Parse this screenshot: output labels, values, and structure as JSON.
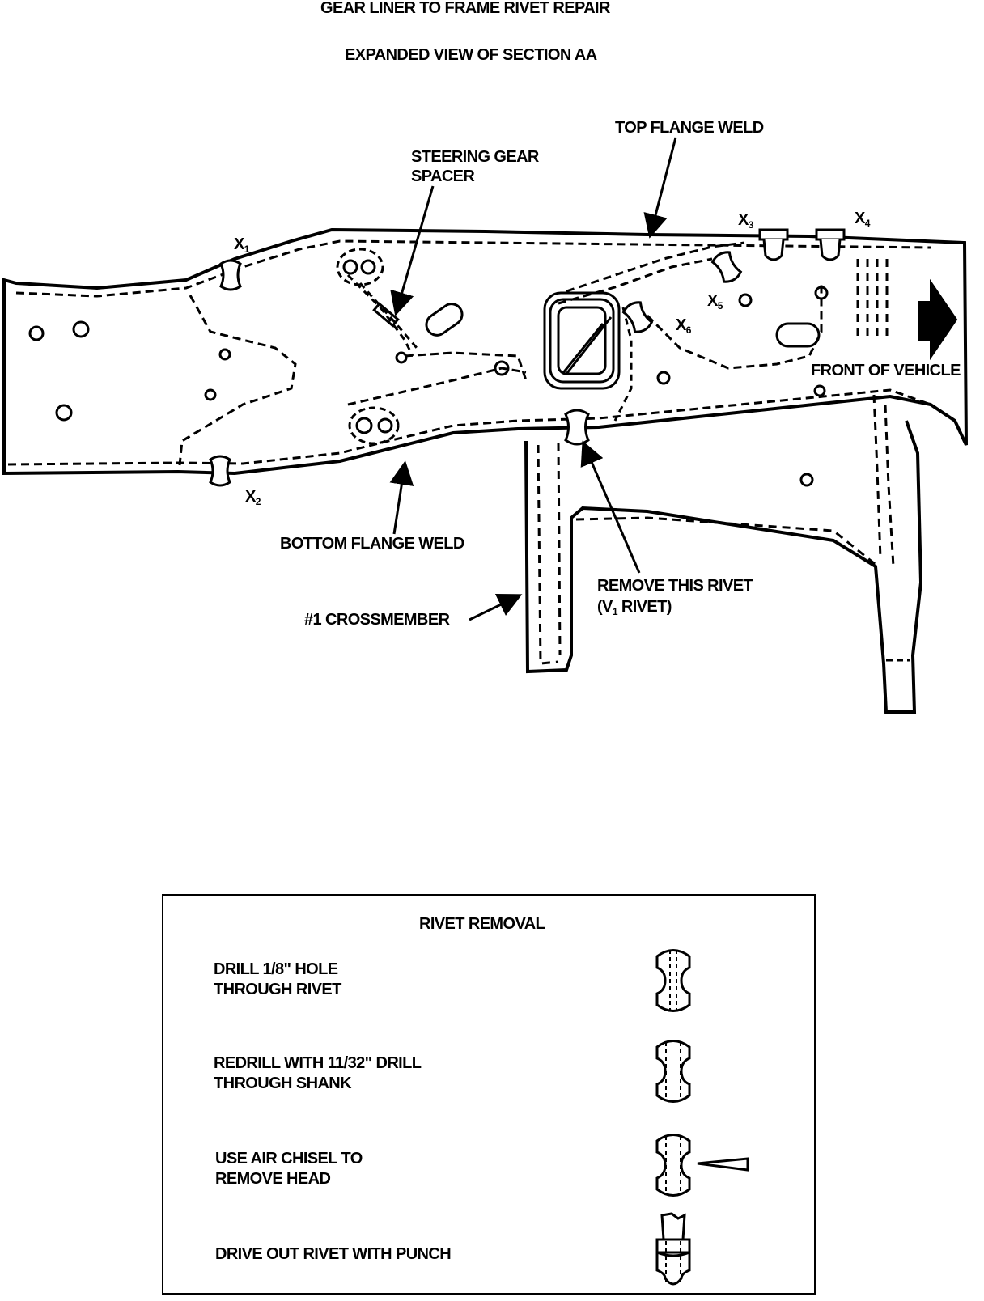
{
  "title": "GEAR LINER TO FRAME RIVET REPAIR",
  "subtitle": "EXPANDED VIEW OF SECTION AA",
  "labels": {
    "top_flange_weld": "TOP FLANGE WELD",
    "steering_gear_spacer": "STEERING GEAR\nSPACER",
    "front_of_vehicle": "FRONT OF VEHICLE",
    "bottom_flange_weld": "BOTTOM FLANGE WELD",
    "remove_this_rivet": "REMOVE THIS RIVET",
    "v1_rivet_prefix": "(V",
    "v1_rivet_sub": "1",
    "v1_rivet_suffix": " RIVET)",
    "crossmember": "#1 CROSSMEMBER"
  },
  "rivet_markers": [
    {
      "letter": "X",
      "sub": "1"
    },
    {
      "letter": "X",
      "sub": "2"
    },
    {
      "letter": "X",
      "sub": "3"
    },
    {
      "letter": "X",
      "sub": "4"
    },
    {
      "letter": "X",
      "sub": "5"
    },
    {
      "letter": "X",
      "sub": "6"
    }
  ],
  "rivet_removal": {
    "heading": "RIVET REMOVAL",
    "steps": [
      "DRILL 1/8\" HOLE\nTHROUGH RIVET",
      "REDRILL WITH 11/32\" DRILL\nTHROUGH SHANK",
      "USE AIR CHISEL TO\nREMOVE HEAD",
      "DRIVE OUT RIVET WITH PUNCH"
    ]
  }
}
